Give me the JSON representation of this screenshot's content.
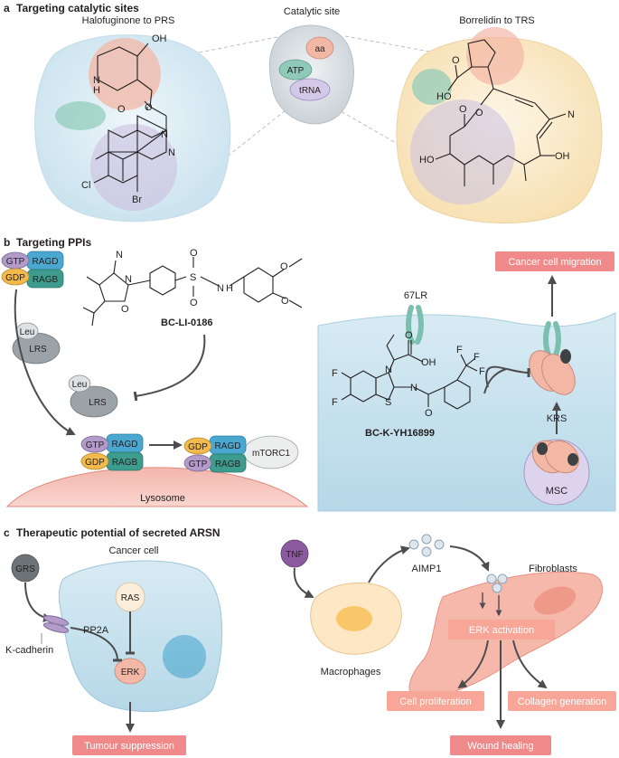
{
  "panel_a": {
    "letter": "a",
    "title": "Targeting catalytic sites",
    "left_title": "Halofuginone to PRS",
    "center_title": "Catalytic site",
    "right_title": "Borrelidin to TRS",
    "site_aa": "aa",
    "site_atp": "ATP",
    "site_trna": "tRNA",
    "halo": {
      "oh": "OH",
      "n": "N",
      "h": "H",
      "o": "O",
      "cl": "Cl",
      "br": "Br"
    },
    "borr": {
      "o": "O",
      "ho": "HO",
      "n": "N",
      "oh": "OH"
    }
  },
  "panel_b": {
    "letter": "b",
    "title": "Targeting PPIs",
    "gtp": "GTP",
    "gdp": "GDP",
    "ragd": "RAGD",
    "ragb": "RAGB",
    "leu": "Leu",
    "lrs": "LRS",
    "mtorc1": "mTORC1",
    "lysosome": "Lysosome",
    "compound1": "BC-LI-0186",
    "compound2": "BC-K-YH16899",
    "lr67": "67LR",
    "krs": "KRS",
    "msc": "MSC",
    "migration": "Cancer cell migration",
    "c1": {
      "n": "N",
      "o": "O",
      "s": "S",
      "nh": "H",
      "n2": "N"
    },
    "c2": {
      "f": "F",
      "oh": "OH",
      "o": "O",
      "n": "N",
      "s": "S"
    }
  },
  "panel_c": {
    "letter": "c",
    "title": "Therapeutic potential of secreted ARSN",
    "grs": "GRS",
    "cancer_cell": "Cancer cell",
    "ras": "RAS",
    "pp2a": "PP2A",
    "kcadherin": "K-cadherin",
    "erk": "ERK",
    "tumour": "Tumour suppression",
    "tnf": "TNF",
    "aimp1": "AIMP1",
    "macrophages": "Macrophages",
    "fibroblasts": "Fibroblasts",
    "erk_act": "ERK activation",
    "cell_prolif": "Cell proliferation",
    "collagen": "Collagen generation",
    "wound": "Wound healing"
  },
  "colors": {
    "salmon_box": "#f08a8a",
    "salmon_light": "#f6b8aa",
    "teal": "#3e9c8f",
    "blue": "#4aa7cf",
    "purple": "#b39bc9",
    "orange": "#f2b94c",
    "grey": "#8c9094"
  }
}
